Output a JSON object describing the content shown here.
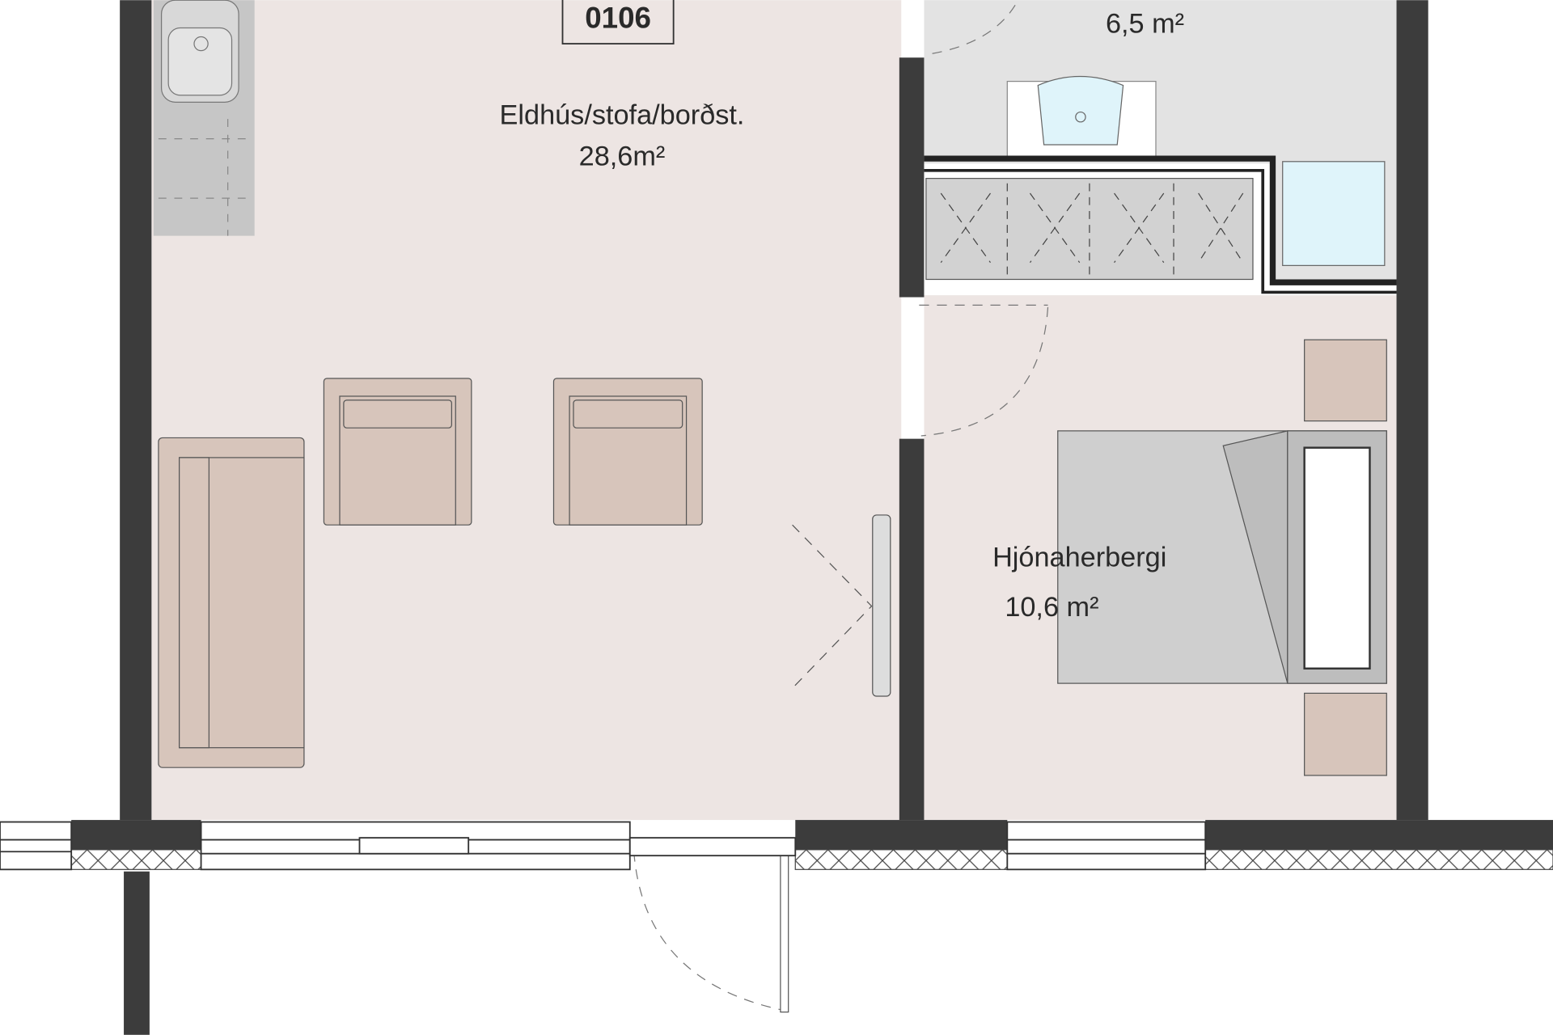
{
  "plan": {
    "unit_number": "0106",
    "rooms": [
      {
        "name": "Eldhús/stofa/borðst.",
        "area": "28,6m²"
      },
      {
        "name": "",
        "area": "6,5 m²"
      },
      {
        "name": "Hjónaherbergi",
        "area": "10,6 m²"
      }
    ]
  },
  "colors": {
    "living_floor": "#ede5e3",
    "bath_floor": "#e3e3e3",
    "wall": "#3c3c3c",
    "furniture": "#d7c5bb",
    "bed": "#cfcfcf",
    "fixture_blue": "#dff4fa"
  }
}
